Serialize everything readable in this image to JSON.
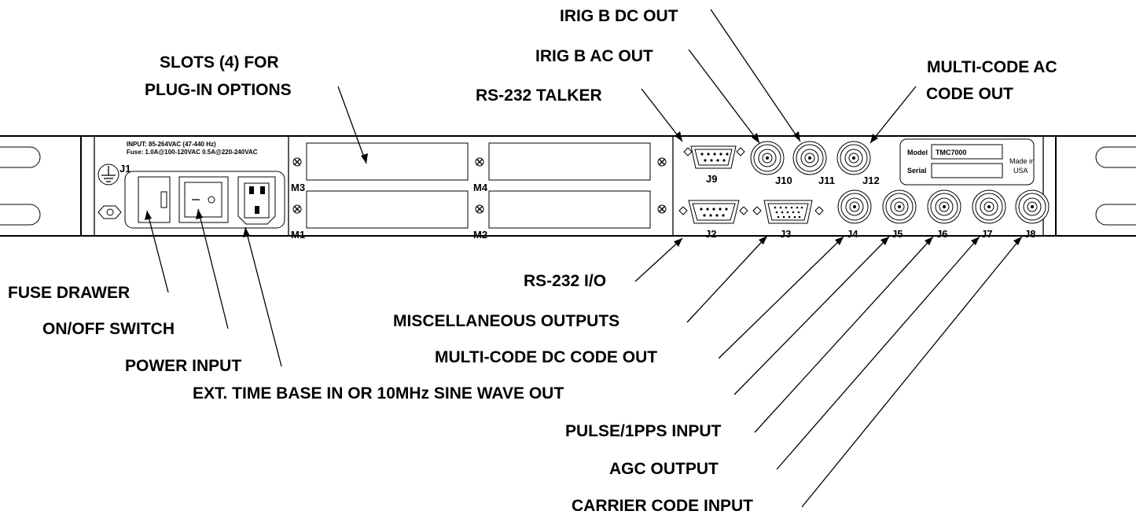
{
  "panel": {
    "input_spec": "INPUT: 85-264VAC (47-440 Hz)",
    "fuse_spec": "Fuse:   1.0A@100-120VAC   0.5A@220-240VAC",
    "model_label": "Model",
    "model_value": "TMC7000",
    "serial_label": "Serial",
    "serial_value": "",
    "made_in": "Made in",
    "made_in_country": "USA"
  },
  "slot_labels": [
    "M3",
    "M4",
    "M1",
    "M2"
  ],
  "connector_labels": {
    "j1": "J1",
    "j2": "J2",
    "j3": "J3",
    "j4": "J4",
    "j5": "J5",
    "j6": "J6",
    "j7": "J7",
    "j8": "J8",
    "j9": "J9",
    "j10": "J10",
    "j11": "J11",
    "j12": "J12"
  },
  "callouts": {
    "slots_line1": "SLOTS (4) FOR",
    "slots_line2": "PLUG-IN OPTIONS",
    "rs232_talker": "RS-232 TALKER",
    "irig_ac": "IRIG B AC OUT",
    "irig_dc": "IRIG B DC OUT",
    "multi_ac_line1": "MULTI-CODE AC",
    "multi_ac_line2": "CODE OUT",
    "fuse_drawer": "FUSE DRAWER",
    "on_off": "ON/OFF SWITCH",
    "power_input": "POWER INPUT",
    "rs232_io": "RS-232 I/O",
    "misc_outputs": "MISCELLANEOUS OUTPUTS",
    "multi_dc": "MULTI-CODE DC CODE OUT",
    "ext_time_base": "EXT. TIME BASE IN OR 10MHz SINE WAVE OUT",
    "pulse_1pps": "PULSE/1PPS INPUT",
    "agc_output": "AGC OUTPUT",
    "carrier_code": "CARRIER CODE INPUT"
  }
}
